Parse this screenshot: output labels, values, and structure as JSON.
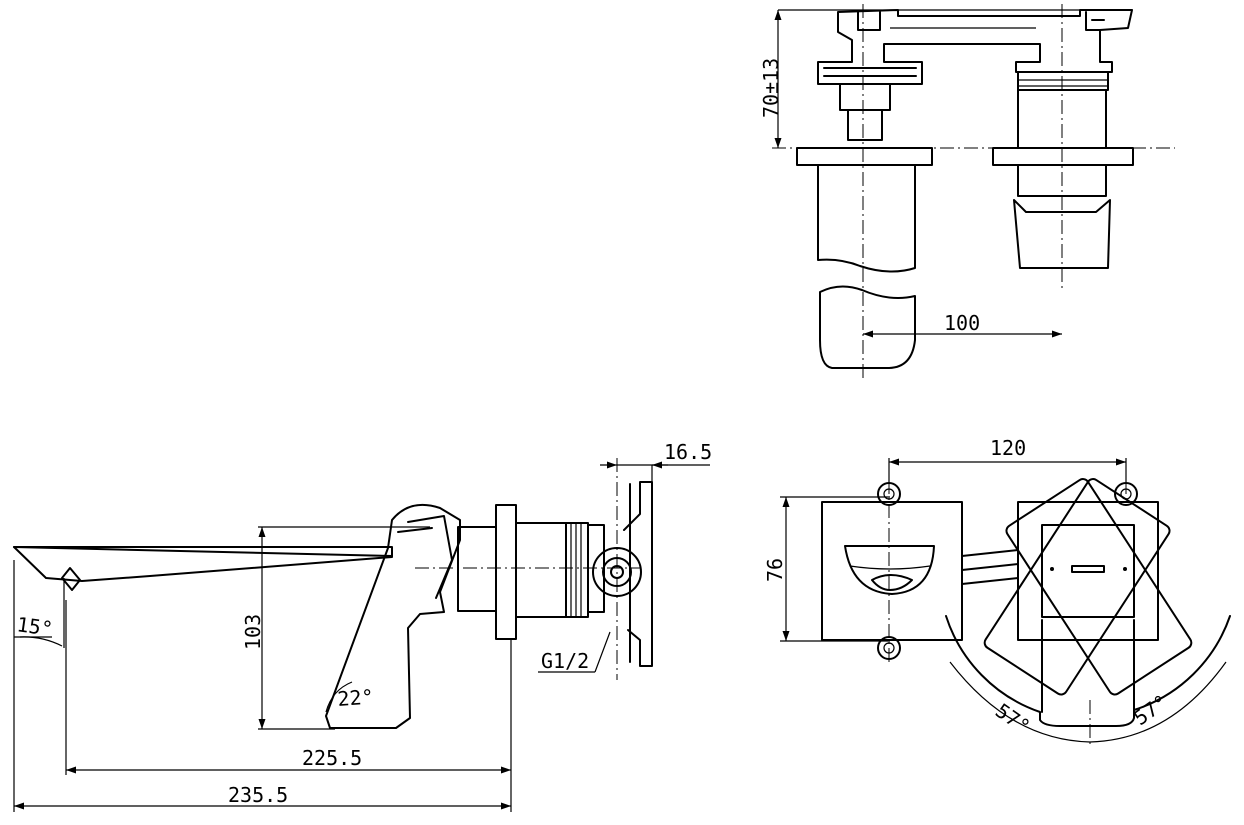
{
  "dimensions": {
    "top_height": "70±13",
    "top_spacing": "100",
    "side_spout_angle": "15°",
    "side_handle_angle": "22°",
    "side_height": "103",
    "side_plate": "16.5",
    "side_thread": "G1/2",
    "side_len_inner": "225.5",
    "side_len_outer": "235.5",
    "plan_spacing": "120",
    "plan_height": "76",
    "plan_angle_left": "57°",
    "plan_angle_right": "57°"
  }
}
